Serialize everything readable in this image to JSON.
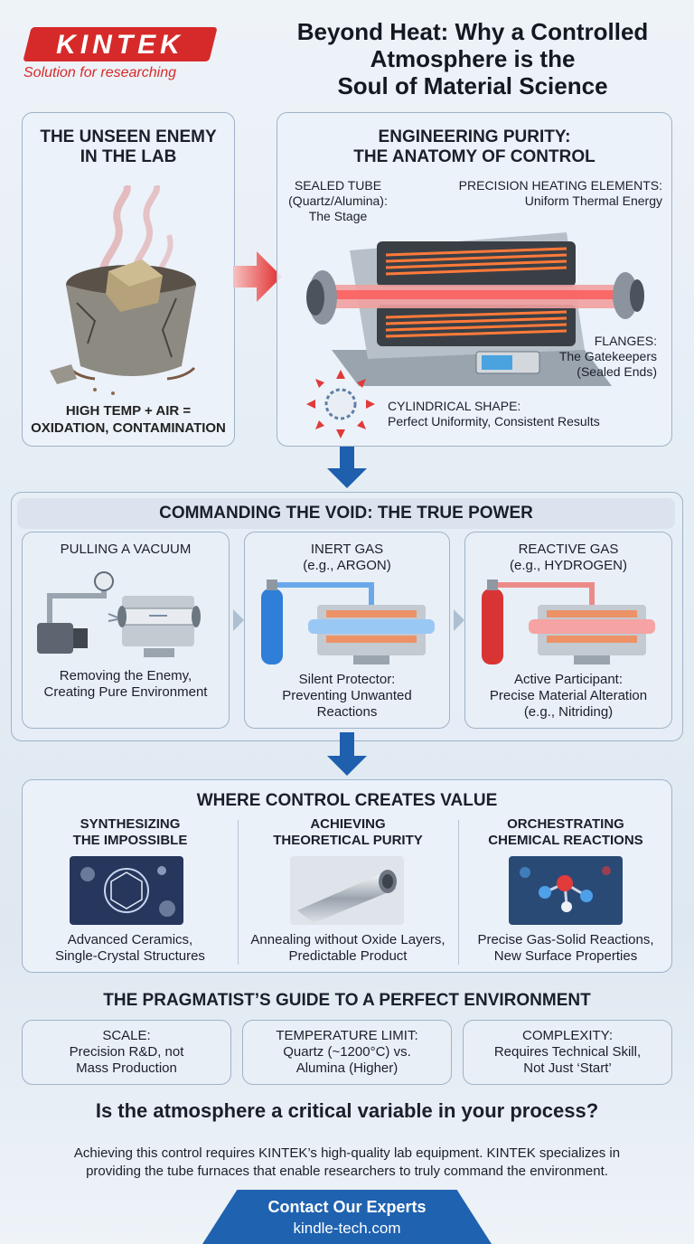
{
  "brand": {
    "name": "KINTEK",
    "tagline": "Solution for researching",
    "color": "#d62a2a"
  },
  "title": {
    "line1": "Beyond Heat: Why a Controlled",
    "line2": "Atmosphere is the",
    "line3": "Soul of Material Science"
  },
  "enemy": {
    "title1": "THE UNSEEN ENEMY",
    "title2": "IN THE LAB",
    "cap1": "HIGH TEMP + AIR =",
    "cap2": "OXIDATION, CONTAMINATION"
  },
  "anatomy": {
    "title1": "ENGINEERING PURITY:",
    "title2": "THE ANATOMY OF CONTROL",
    "tube_h1": "SEALED TUBE",
    "tube_h2": "(Quartz/Alumina):",
    "tube_d": "The Stage",
    "heat_h": "PRECISION HEATING ELEMENTS:",
    "heat_d": "Uniform Thermal Energy",
    "flange_h": "FLANGES:",
    "flange_d1": "The Gatekeepers",
    "flange_d2": "(Sealed Ends)",
    "cyl_h": "CYLINDRICAL SHAPE:",
    "cyl_d": "Perfect Uniformity, Consistent Results"
  },
  "void": {
    "title": "COMMANDING THE VOID: THE TRUE POWER",
    "cards": [
      {
        "t1": "PULLING A VACUUM",
        "t2": "",
        "d1": "Removing the Enemy,",
        "d2": "Creating Pure Environment",
        "d3": ""
      },
      {
        "t1": "INERT GAS",
        "t2": "(e.g., ARGON)",
        "d1": "Silent Protector:",
        "d2": "Preventing Unwanted",
        "d3": "Reactions"
      },
      {
        "t1": "REACTIVE GAS",
        "t2": "(e.g., HYDROGEN)",
        "d1": "Active Participant:",
        "d2": "Precise Material Alteration",
        "d3": "(e.g., Nitriding)"
      }
    ]
  },
  "value": {
    "title": "WHERE CONTROL CREATES VALUE",
    "cols": [
      {
        "t1": "SYNTHESIZING",
        "t2": "THE IMPOSSIBLE",
        "d1": "Advanced Ceramics,",
        "d2": "Single-Crystal Structures"
      },
      {
        "t1": "ACHIEVING",
        "t2": "THEORETICAL PURITY",
        "d1": "Annealing without Oxide Layers,",
        "d2": "Predictable Product"
      },
      {
        "t1": "ORCHESTRATING",
        "t2": "CHEMICAL REACTIONS",
        "d1": "Precise Gas-Solid Reactions,",
        "d2": "New Surface Properties"
      }
    ]
  },
  "guide": {
    "title": "THE PRAGMATIST’S GUIDE TO A PERFECT ENVIRONMENT",
    "boxes": [
      {
        "h": "SCALE:",
        "d1": "Precision R&D, not",
        "d2": "Mass Production"
      },
      {
        "h": "TEMPERATURE LIMIT:",
        "d1": "Quartz (~1200°C) vs.",
        "d2": "Alumina (Higher)"
      },
      {
        "h": "COMPLEXITY:",
        "d1": "Requires Technical Skill,",
        "d2": "Not Just ‘Start’"
      }
    ]
  },
  "question": "Is the atmosphere a critical variable in your process?",
  "body": {
    "line1": "Achieving this control requires KINTEK’s high-quality lab equipment. KINTEK specializes in",
    "line2": "providing the tube furnaces that enable researchers to truly command the environment."
  },
  "cta": {
    "label": "Contact Our Experts",
    "url": "kindle-tech.com",
    "color": "#1f62b0"
  }
}
